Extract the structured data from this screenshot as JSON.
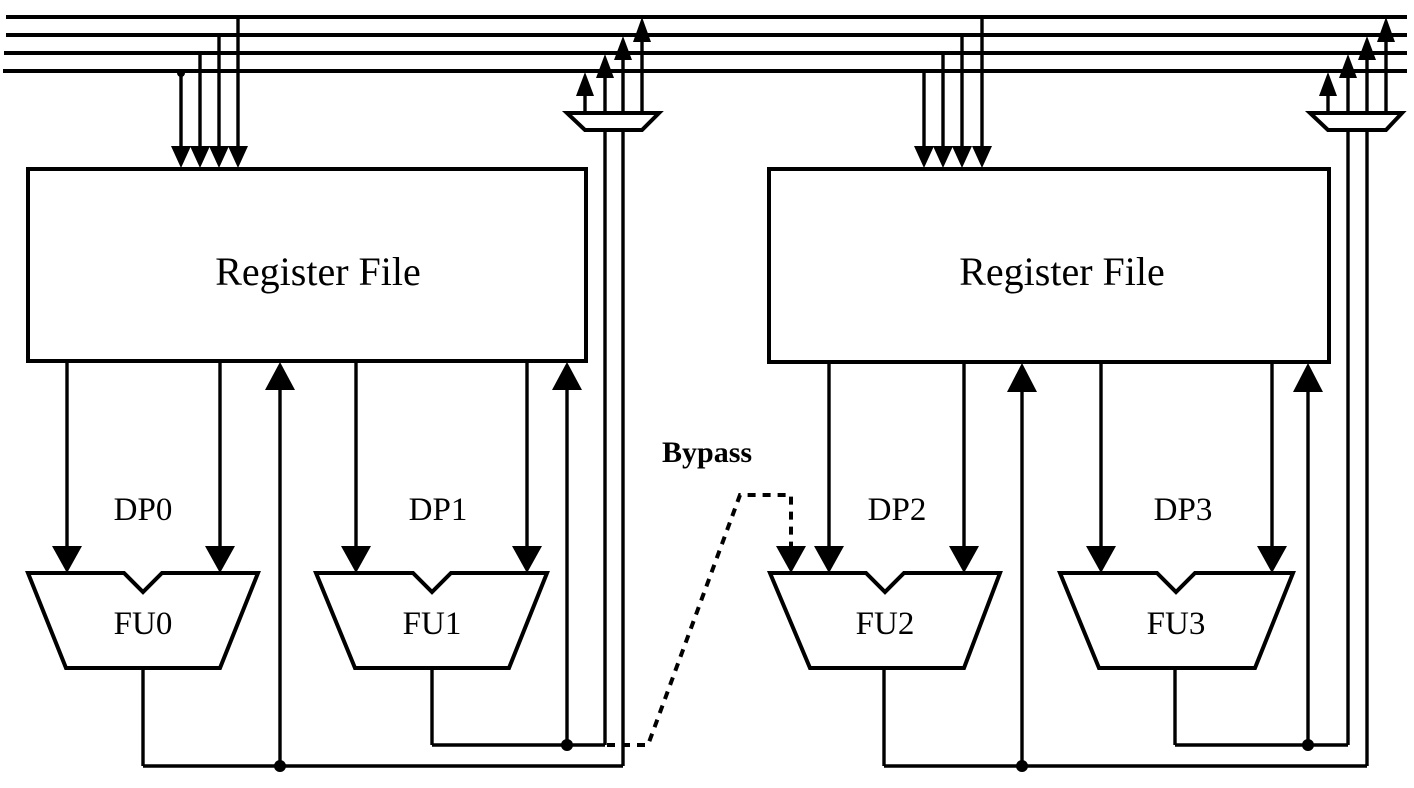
{
  "figure": {
    "description": "Clustered VLIW datapath with two register files, four functional units and a bypass path"
  },
  "clusters": [
    {
      "register_file": {
        "label": "Register File"
      },
      "datapaths": [
        {
          "dp_label": "DP0",
          "fu_label": "FU0"
        },
        {
          "dp_label": "DP1",
          "fu_label": "FU1"
        }
      ]
    },
    {
      "register_file": {
        "label": "Register File"
      },
      "datapaths": [
        {
          "dp_label": "DP2",
          "fu_label": "FU2"
        },
        {
          "dp_label": "DP3",
          "fu_label": "FU3"
        }
      ]
    }
  ],
  "bypass": {
    "label": "Bypass"
  },
  "global_bus": {
    "line_count": 4
  },
  "colors": {
    "stroke": "#000000",
    "background": "#ffffff"
  }
}
